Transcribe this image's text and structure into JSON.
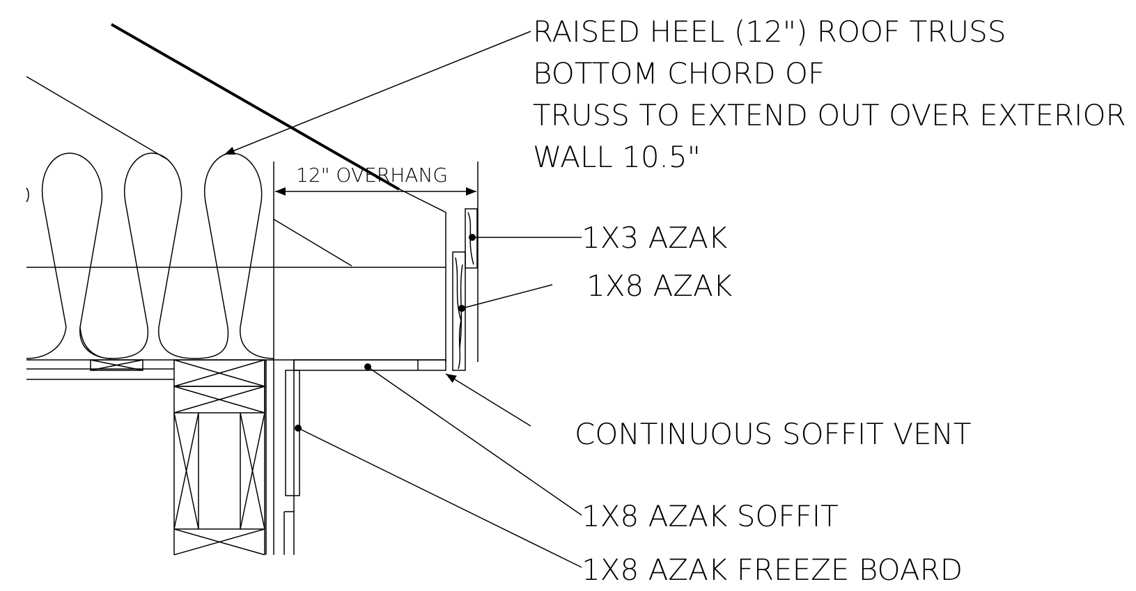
{
  "drawing": {
    "dimension": "12\" OVERHANG",
    "callouts": {
      "truss_line1": "RAISED HEEL (12\") ROOF TRUSS",
      "truss_line2": "BOTTOM CHORD OF",
      "truss_line3": "TRUSS TO EXTEND OUT OVER EXTERIOR",
      "truss_line4": "WALL 10.5\"",
      "trim_1x3": "1X3 AZAK",
      "fascia_1x8": "1X8 AZAK",
      "soffit_vent": "CONTINUOUS SOFFIT VENT",
      "soffit": "1X8 AZAK SOFFIT",
      "freeze_board": "1X8 AZAK FREEZE BOARD"
    }
  }
}
